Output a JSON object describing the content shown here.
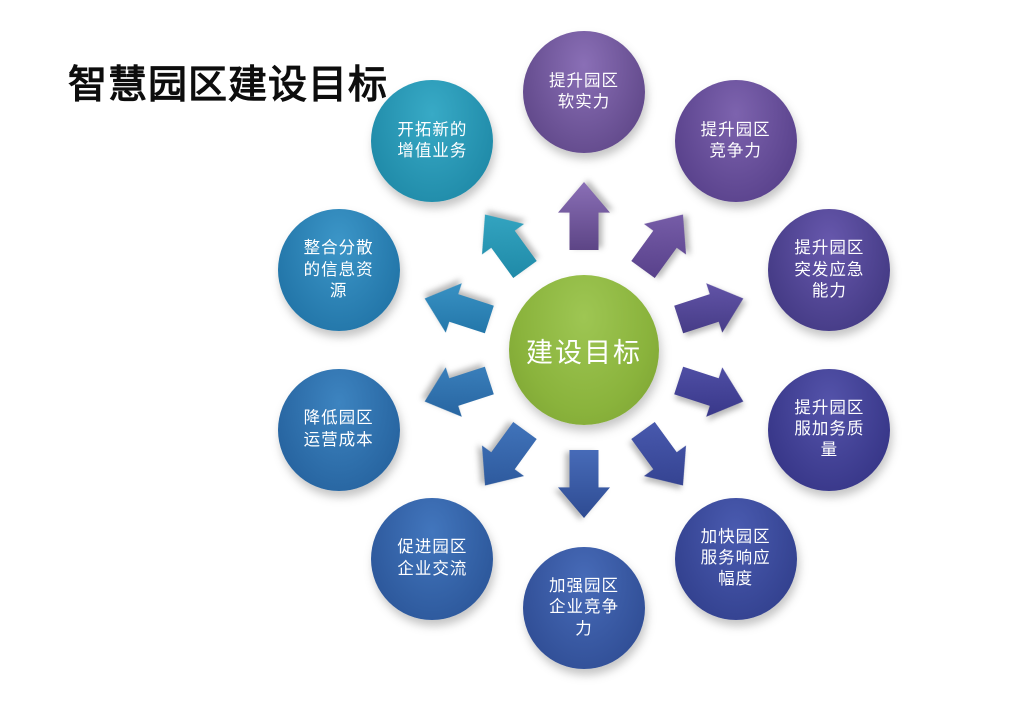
{
  "title": "智慧园区建设目标",
  "center": {
    "label": "建设目标",
    "color_light": "#9ec653",
    "color_mid": "#8ab33c",
    "color_dark": "#7aa031"
  },
  "nodes": [
    {
      "id": "soft-power",
      "label": "提升园区\n软实力",
      "color_light": "#8a6fb6",
      "color_dark": "#5d4586"
    },
    {
      "id": "competitiveness",
      "label": "提升园区\n竞争力",
      "color_light": "#7d63ae",
      "color_dark": "#553e88"
    },
    {
      "id": "emergency-response",
      "label": "提升园区\n突发应急\n能力",
      "color_light": "#6758ad",
      "color_dark": "#403780"
    },
    {
      "id": "service-quality",
      "label": "提升园区\n服加务质\n量",
      "color_light": "#5453aa",
      "color_dark": "#343384"
    },
    {
      "id": "service-response-speed",
      "label": "加快园区\n服务响应\n幅度",
      "color_light": "#4a5bb0",
      "color_dark": "#303e8b"
    },
    {
      "id": "enterprise-competitiveness",
      "label": "加强园区\n企业竞争\n力",
      "color_light": "#476bb8",
      "color_dark": "#2e4b92"
    },
    {
      "id": "enterprise-exchange",
      "label": "促进园区\n企业交流",
      "color_light": "#4276bd",
      "color_dark": "#2a5497"
    },
    {
      "id": "operating-cost",
      "label": "降低园区\n运营成本",
      "color_light": "#3d84c0",
      "color_dark": "#24609c"
    },
    {
      "id": "information-resources",
      "label": "整合分散\n的信息资\n源",
      "color_light": "#3c96c8",
      "color_dark": "#1f71a4"
    },
    {
      "id": "value-added-business",
      "label": "开拓新的\n增值业务",
      "color_light": "#38aac6",
      "color_dark": "#1d87a5"
    }
  ]
}
